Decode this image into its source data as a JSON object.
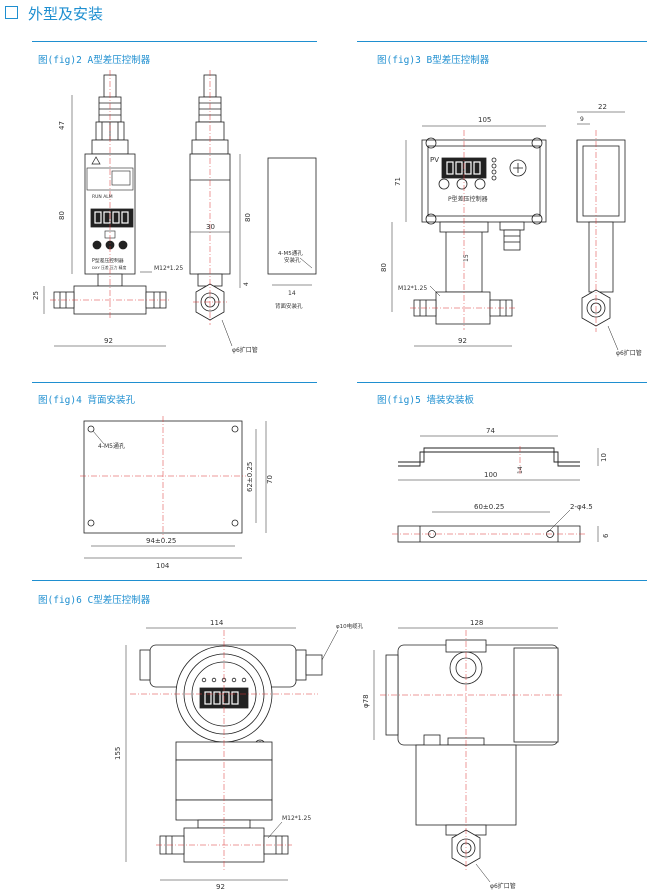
{
  "header": {
    "title": "外型及安装"
  },
  "figures": {
    "fig2": {
      "caption": "图(fig)2  A型差压控制器",
      "dim_47": "47",
      "dim_80": "80",
      "dim_25": "25",
      "dim_92": "92",
      "dim_30": "30",
      "dim_80b": "80",
      "dim_4": "4",
      "dim_14": "14",
      "thread": "M12*1.25",
      "tube": "φ6扩口管",
      "holes": "4-M5通孔",
      "holes_sub": "安装孔",
      "back_label": "背面安装孔",
      "panel_label": "P型差压控制器",
      "panel_sub": "DXY 压差 压力 精度",
      "alarm": "RUN  ALM"
    },
    "fig3": {
      "caption": "图(fig)3  B型差压控制器",
      "dim_105": "105",
      "dim_71": "71",
      "dim_80": "80",
      "dim_92": "92",
      "dim_22": "22",
      "dim_9": "9",
      "dim_15": "15",
      "thread": "M12*1.25",
      "tube": "φ6扩口管",
      "pv": "PV",
      "panel_label": "P型差压控制器"
    },
    "fig4": {
      "caption": "图(fig)4  背面安装孔",
      "holes": "4-M5通孔",
      "dim_94": "94±0.25",
      "dim_104": "104",
      "dim_62": "62±0.25",
      "dim_70": "70"
    },
    "fig5": {
      "caption": "图(fig)5  墙装安装板",
      "dim_74": "74",
      "dim_100": "100",
      "dim_10": "10",
      "dim_14": "14",
      "dim_60": "60±0.25",
      "dim_holes": "2-φ4.5",
      "dim_6": "6"
    },
    "fig6": {
      "caption": "图(fig)6  C型差压控制器",
      "dim_114": "114",
      "dim_155": "155",
      "dim_92": "92",
      "dim_128": "128",
      "dim_78": "φ78",
      "cable": "φ10电缆孔",
      "thread": "M12*1.25",
      "tube": "φ6扩口管"
    }
  }
}
